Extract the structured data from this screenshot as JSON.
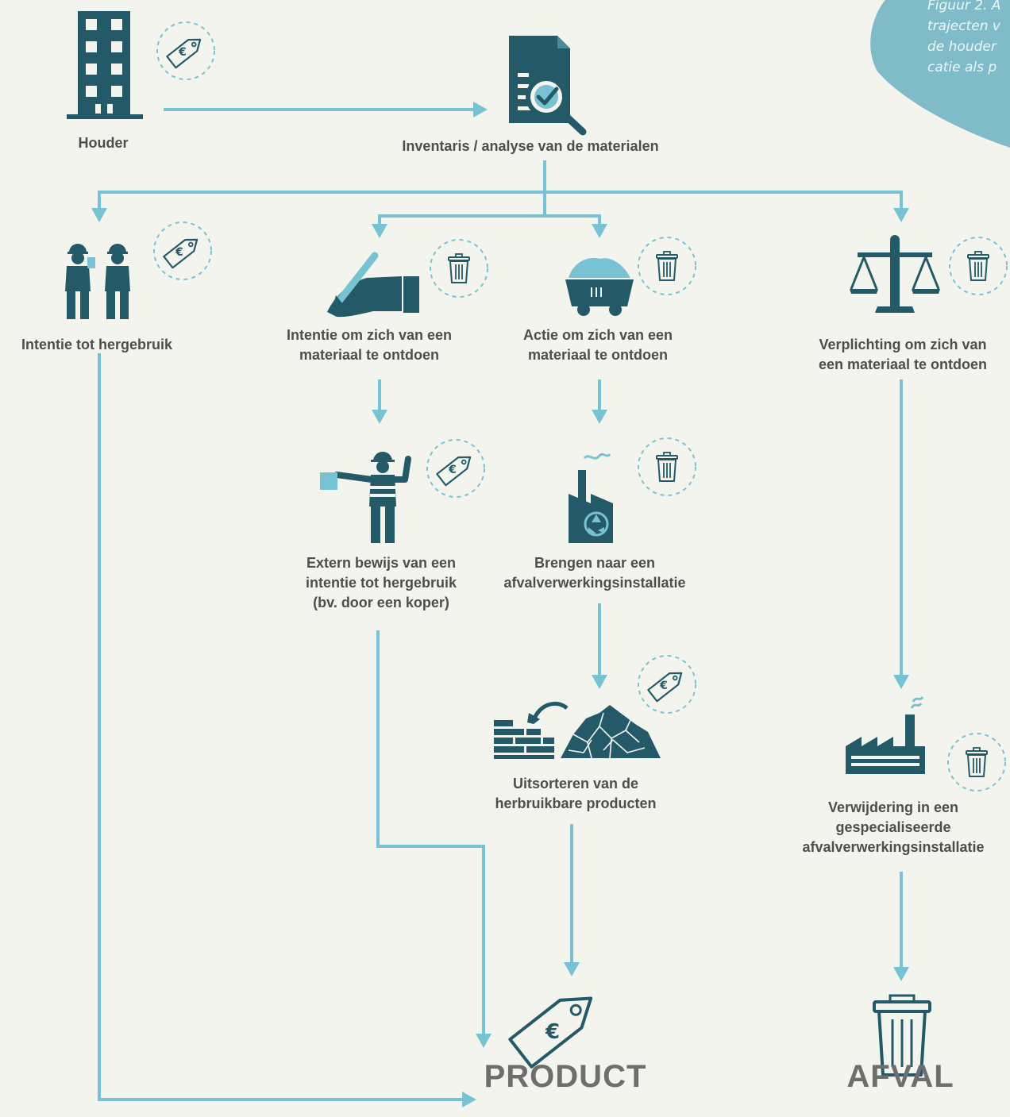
{
  "caption": {
    "lines": [
      "Figuur 2. A",
      "trajecten v",
      "de houder",
      "catie als p"
    ]
  },
  "nodes": {
    "holder": "Houder",
    "inventory": "Inventaris / analyse van de materialen",
    "reuse_intent": "Intentie tot hergebruik",
    "discard_intent": [
      "Intentie om zich van een",
      "materiaal te ontdoen"
    ],
    "discard_action": [
      "Actie om zich van een",
      "materiaal te ontdoen"
    ],
    "discard_obligation": [
      "Verplichting om zich van",
      "een materiaal te ontdoen"
    ],
    "external_proof": [
      "Extern bewijs van een",
      "intentie tot hergebruik",
      "(bv. door een koper)"
    ],
    "bring_to_plant": [
      "Brengen naar een",
      "afvalverwerkingsinstallatie"
    ],
    "sort_out": [
      "Uitsorteren van de",
      "herbruikbare producten"
    ],
    "removal": [
      "Verwijdering in een",
      "gespecialiseerde",
      "afvalverwerkingsinstallatie"
    ]
  },
  "outcomes": {
    "product": "PRODUCT",
    "waste": "AFVAL"
  },
  "colors": {
    "dark": "#245a68",
    "accent": "#78c3d3",
    "text": "#4d4d4d",
    "background": "#f4f4ef"
  },
  "icons": {
    "holder": "building-icon",
    "inventory": "document-magnifier-icon",
    "reuse": "workers-icon",
    "discard_intent": "hand-pen-icon",
    "discard_action": "mine-cart-icon",
    "obligation": "scales-icon",
    "proof": "flagman-icon",
    "plant": "recycling-factory-icon",
    "sort": "bricks-rubble-icon",
    "removal": "factory-icon",
    "product": "price-tag-icon",
    "waste": "trash-bin-icon"
  }
}
